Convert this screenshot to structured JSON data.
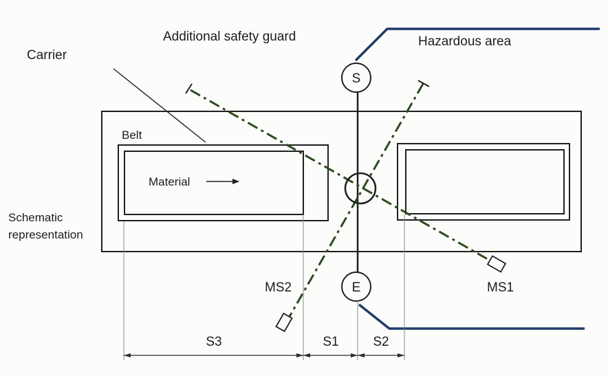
{
  "labels": {
    "guard": "Additional safety guard",
    "hazard": "Hazardous area",
    "carrier": "Carrier",
    "belt": "Belt",
    "material": "Material",
    "schematic_line1": "Schematic",
    "schematic_line2": "representation",
    "sensor_s": "S",
    "sensor_e": "E",
    "ms1": "MS1",
    "ms2": "MS2",
    "s1": "S1",
    "s2": "S2",
    "s3": "S3"
  },
  "colors": {
    "guard_line": "#1f3a68",
    "beam": "#2d4a1e",
    "outline": "#1f1f1f"
  }
}
